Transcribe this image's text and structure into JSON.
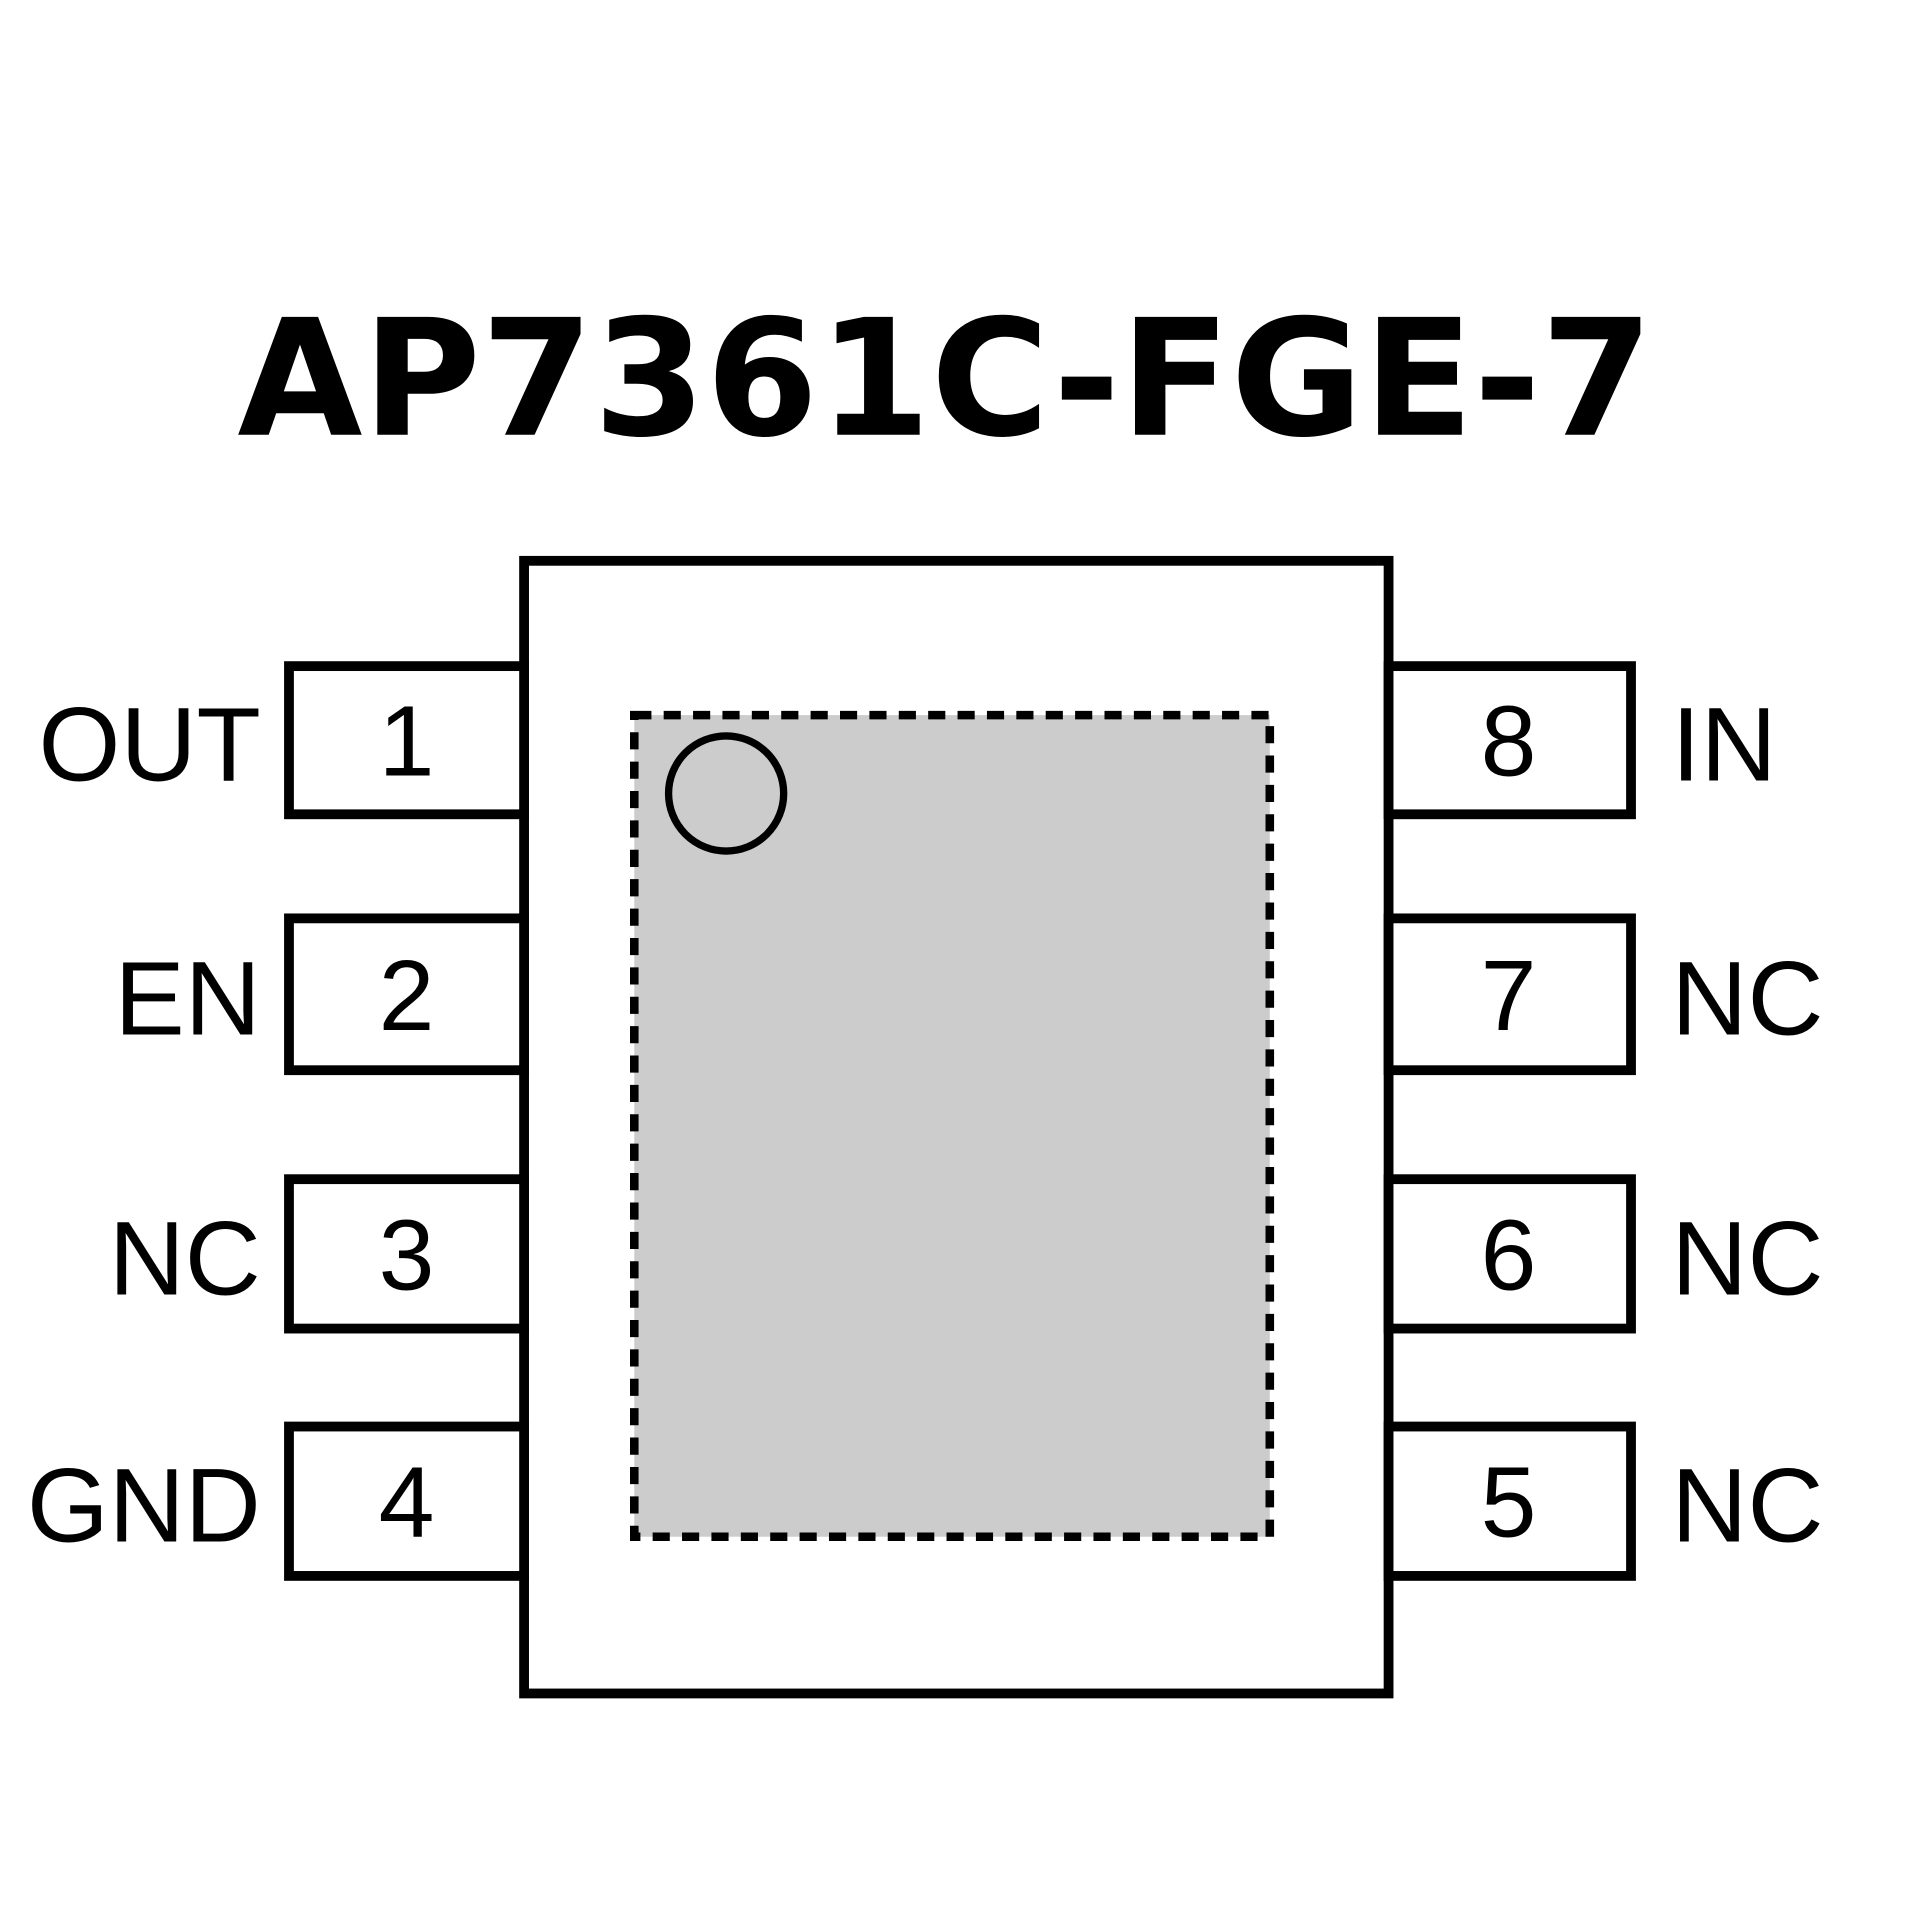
{
  "title": "AP7361C-FGE-7",
  "colors": {
    "line": "#000000",
    "pad": "#cccccc",
    "background": "#ffffff"
  },
  "pins_left": [
    {
      "number": "1",
      "name": "OUT"
    },
    {
      "number": "2",
      "name": "EN"
    },
    {
      "number": "3",
      "name": "NC"
    },
    {
      "number": "4",
      "name": "GND"
    }
  ],
  "pins_right": [
    {
      "number": "8",
      "name": "IN"
    },
    {
      "number": "7",
      "name": "NC"
    },
    {
      "number": "6",
      "name": "NC"
    },
    {
      "number": "5",
      "name": "NC"
    }
  ]
}
